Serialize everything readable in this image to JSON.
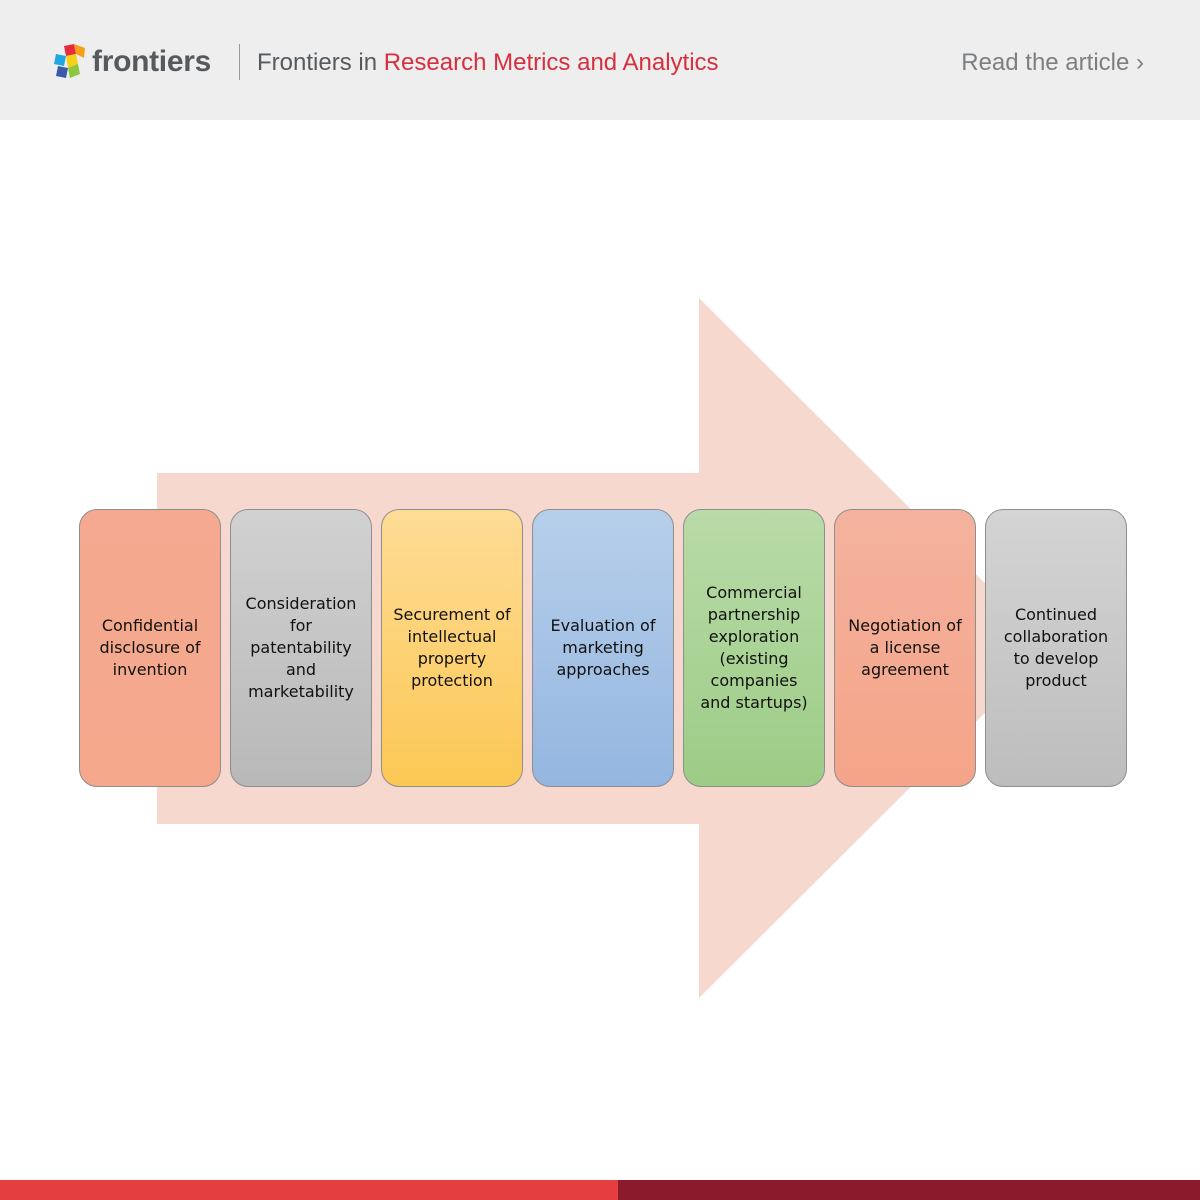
{
  "header": {
    "brand": "frontiers",
    "journal_prefix": "Frontiers in",
    "journal_name": "Research Metrics and Analytics",
    "read_link": "Read the article ›"
  },
  "diagram": {
    "arrow_color": "#f6d8cf",
    "steps": [
      {
        "label": "Confidential disclosure of invention",
        "color_top": "#f4a990",
        "color_bottom": "#f5a88c"
      },
      {
        "label": "Consideration for patentability and marketability",
        "color_top": "#d1d1d1",
        "color_bottom": "#b8b8b8"
      },
      {
        "label": "Securement of intellectual property protection",
        "color_top": "#fedc96",
        "color_bottom": "#fcc854"
      },
      {
        "label": "Evaluation of marketing approaches",
        "color_top": "#b7cfea",
        "color_bottom": "#94b6e0"
      },
      {
        "label": "Commercial partnership exploration (existing companies and startups)",
        "color_top": "#b9dba8",
        "color_bottom": "#9ccc86"
      },
      {
        "label": "Negotiation of a license agreement",
        "color_top": "#f4b29e",
        "color_bottom": "#f4a488"
      },
      {
        "label": "Continued collaboration to develop product",
        "color_top": "#d4d4d4",
        "color_bottom": "#bdbdbd"
      }
    ]
  },
  "footer": {
    "bar_left_color": "#e43e41",
    "bar_right_color": "#8b1a2d"
  }
}
